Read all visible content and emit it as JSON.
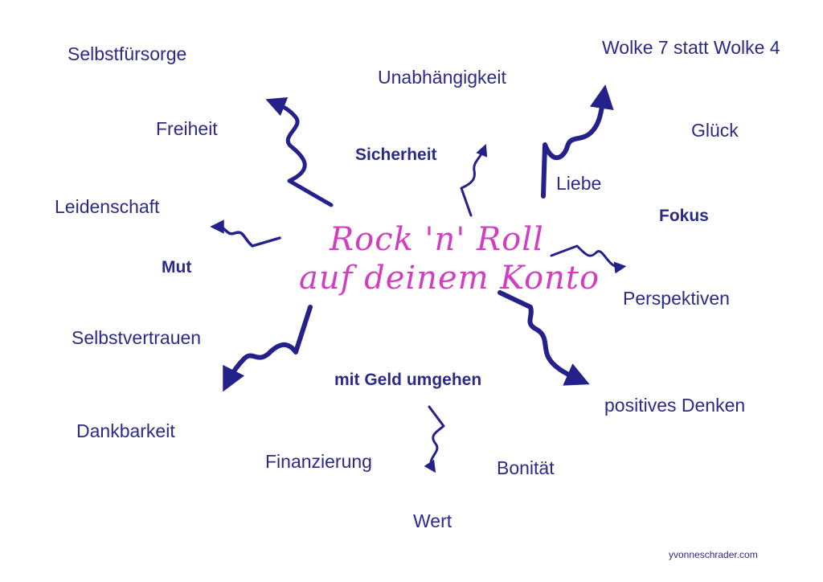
{
  "center": {
    "line1": "Rock 'n' Roll",
    "line2": "auf deinem Konto"
  },
  "words": {
    "selbstfuersorge": "Selbstfürsorge",
    "unabhaengigkeit": "Unabhängigkeit",
    "wolke": "Wolke 7 statt Wolke 4",
    "freiheit": "Freiheit",
    "sicherheit": "Sicherheit",
    "glueck": "Glück",
    "liebe": "Liebe",
    "leidenschaft": "Leidenschaft",
    "fokus": "Fokus",
    "mut": "Mut",
    "perspektiven": "Perspektiven",
    "selbstvertrauen": "Selbstvertrauen",
    "geld": "mit Geld umgehen",
    "positives": "positives Denken",
    "dankbarkeit": "Dankbarkeit",
    "finanzierung": "Finanzierung",
    "bonitaet": "Bonität",
    "wert": "Wert"
  },
  "credit": "yvonneschrader.com",
  "colors": {
    "text": "#2b2a86",
    "arrow": "#24228a",
    "accent": "#d13fc0"
  }
}
